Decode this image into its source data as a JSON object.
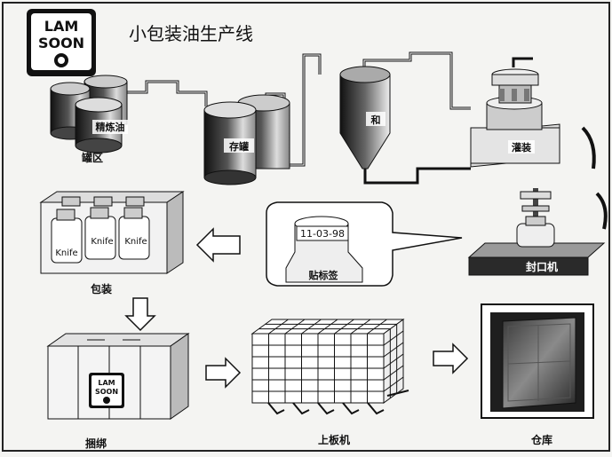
{
  "logo": {
    "line1": "LAM",
    "line2": "SOON"
  },
  "title": "小包装油生产线",
  "tank_area": {
    "tank_text": "精炼油",
    "label": "罐区"
  },
  "storage_tank": {
    "text": "存罐"
  },
  "mixing_tank": {
    "text": "和"
  },
  "filling": {
    "text": "灌装"
  },
  "sealing": {
    "label": "封口机"
  },
  "labeling": {
    "date": "11-03-98",
    "label": "贴标签"
  },
  "packing": {
    "bottle_text": "Knife",
    "label": "包装"
  },
  "bundling": {
    "label": "捆绑"
  },
  "pallet": {
    "label": "上板机"
  },
  "warehouse": {
    "label": "仓库"
  },
  "colors": {
    "ink": "#111111",
    "paper": "#f4f4f2",
    "gray": "#b8b8b8",
    "dark": "#2a2a2a"
  }
}
